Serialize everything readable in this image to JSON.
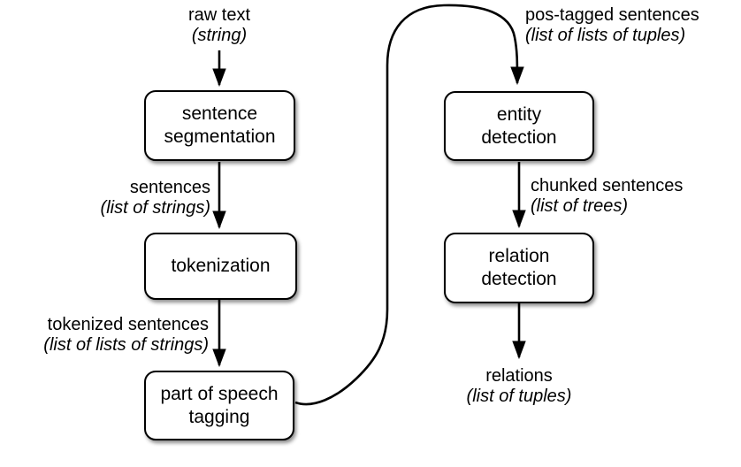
{
  "diagram": {
    "description": "NLP information extraction pipeline flowchart",
    "colors": {
      "background": "#ffffff",
      "stroke": "#000000",
      "box_fill": "#ffffff",
      "text": "#000000"
    }
  },
  "nodes": {
    "sentence_segmentation": {
      "line1": "sentence",
      "line2": "segmentation"
    },
    "tokenization": {
      "line1": "tokenization"
    },
    "pos_tagging": {
      "line1": "part of speech",
      "line2": "tagging"
    },
    "entity_detection": {
      "line1": "entity",
      "line2": "detection"
    },
    "relation_detection": {
      "line1": "relation",
      "line2": "detection"
    }
  },
  "labels": {
    "raw_text": {
      "name": "raw text",
      "type": "(string)"
    },
    "sentences": {
      "name": "sentences",
      "type": "(list of strings)"
    },
    "tokenized": {
      "name": "tokenized sentences",
      "type": "(list of lists of strings)"
    },
    "pos_tagged": {
      "name": "pos-tagged sentences",
      "type": "(list of lists of tuples)"
    },
    "chunked": {
      "name": "chunked sentences",
      "type": "(list of trees)"
    },
    "relations": {
      "name": "relations",
      "type": "(list of tuples)"
    }
  }
}
